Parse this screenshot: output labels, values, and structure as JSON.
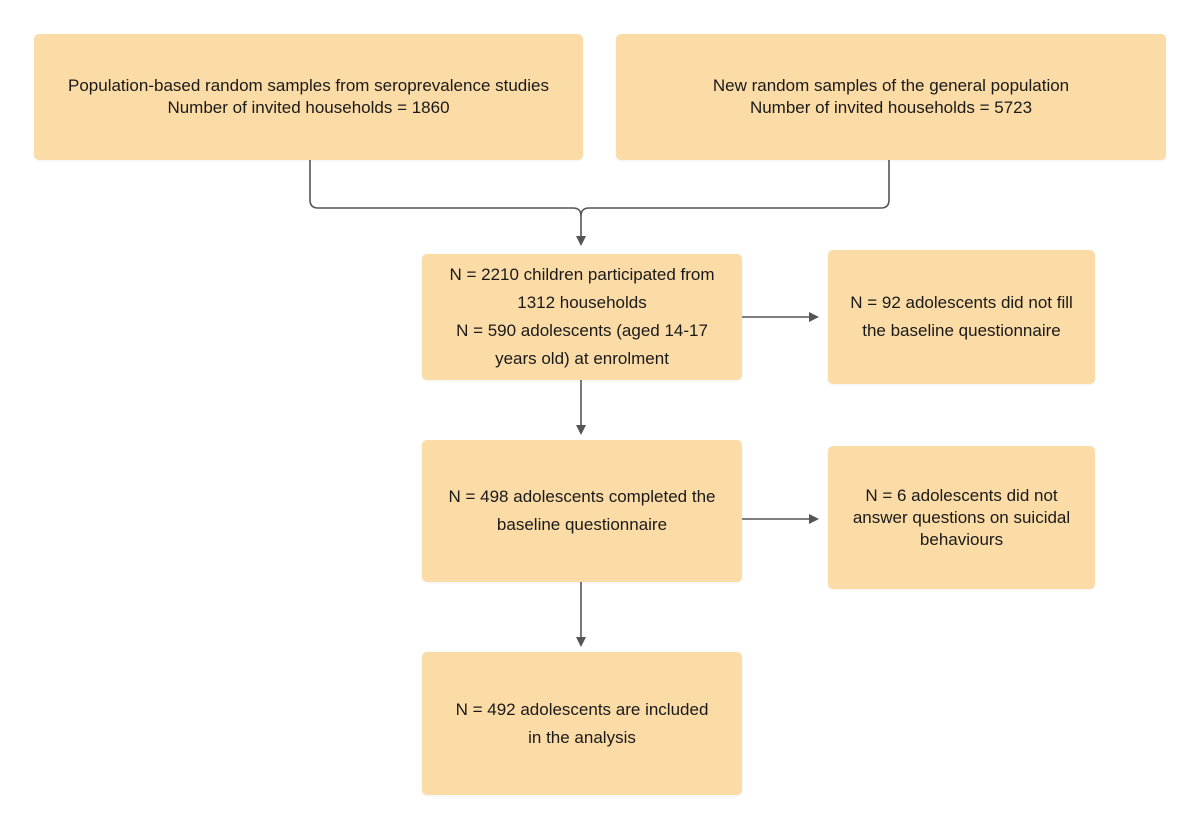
{
  "diagram": {
    "top_left_box": {
      "lines": [
        "Population-based random samples from seroprevalence studies",
        "Number of invited households = 1860"
      ]
    },
    "top_right_box": {
      "lines": [
        "New random samples of the general population",
        "Number of invited households = 5723"
      ]
    },
    "enrolment_box": {
      "lines": [
        "N = 2210 children participated from",
        "1312 households",
        "N = 590 adolescents (aged 14-17",
        "years old) at enrolment"
      ]
    },
    "excluded_no_baseline_box": {
      "lines": [
        "N = 92 adolescents did not fill",
        "the baseline questionnaire"
      ]
    },
    "completed_baseline_box": {
      "lines": [
        "N = 498 adolescents completed the",
        "baseline questionnaire"
      ]
    },
    "excluded_no_suicidal_answers_box": {
      "lines": [
        "N = 6 adolescents did not",
        "answer questions on suicidal",
        "behaviours"
      ]
    },
    "analysis_box": {
      "lines": [
        "N = 492 adolescents are included",
        "in the analysis"
      ]
    }
  },
  "colors": {
    "box_fill": "#fbdba6",
    "connector": "#555555"
  }
}
